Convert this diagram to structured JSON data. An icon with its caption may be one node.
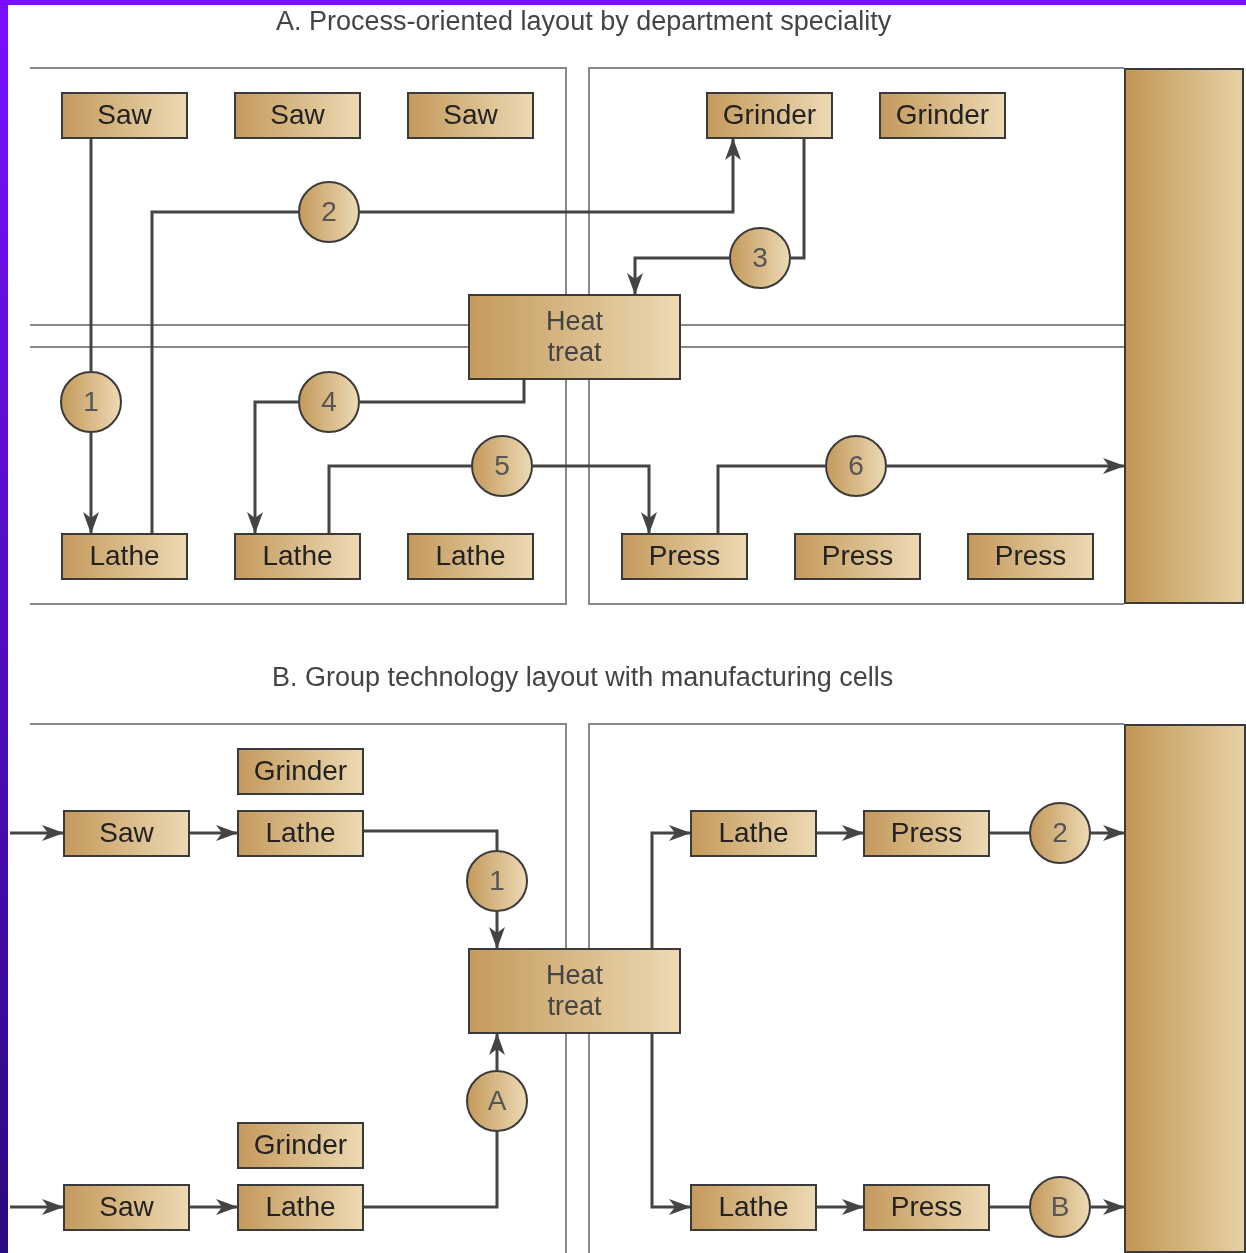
{
  "diagram": {
    "nodes": [
      {
        "text": [
          "Saw"
        ]
      },
      {
        "text": [
          "Saw"
        ]
      },
      {
        "text": [
          "Saw"
        ]
      },
      {
        "text": [
          "Grinder"
        ]
      },
      {
        "text": [
          "Grinder"
        ]
      },
      {
        "text": [
          "2"
        ]
      },
      {
        "text": [
          "3"
        ]
      },
      {
        "text": [
          "Heat treat"
        ]
      },
      {
        "text": [
          "1"
        ]
      },
      {
        "text": [
          "4"
        ]
      },
      {
        "text": [
          "5"
        ]
      },
      {
        "text": [
          "6"
        ]
      },
      {
        "text": [
          "Lathe"
        ]
      },
      {
        "text": [
          "Lathe"
        ]
      },
      {
        "text": [
          "Lathe"
        ]
      },
      {
        "text": [
          "Press"
        ]
      },
      {
        "text": [
          "Press"
        ]
      },
      {
        "text": [
          "Press"
        ]
      },
      {
        "text": [],
        "shape": "bar"
      },
      {
        "text": [
          "Grinder"
        ]
      },
      {
        "text": [
          "Saw"
        ]
      },
      {
        "text": [
          "Lathe"
        ]
      },
      {
        "text": [
          "Lathe"
        ]
      },
      {
        "text": [
          "Press"
        ]
      },
      {
        "text": [
          "2"
        ]
      },
      {
        "text": [
          "1"
        ]
      },
      {
        "text": [
          "Heat treat"
        ]
      },
      {
        "text": [
          "A"
        ]
      },
      {
        "text": [
          "Grinder"
        ]
      },
      {
        "text": [
          "Saw"
        ]
      },
      {
        "text": [
          "Lathe"
        ]
      },
      {
        "text": [
          "Lathe"
        ]
      },
      {
        "text": [
          "Press"
        ]
      },
      {
        "text": [
          "B"
        ]
      },
      {
        "text": [],
        "shape": "bar"
      }
    ],
    "edges": [
      {
        "from": 0,
        "to": 8,
        "arrow": "none"
      },
      {
        "from": 8,
        "to": 12,
        "arrow": "to"
      },
      {
        "from": 12,
        "to": 5,
        "arrow": "none"
      },
      {
        "from": 5,
        "to": 3,
        "arrow": "to"
      },
      {
        "from": 3,
        "to": 6,
        "arrow": "none"
      },
      {
        "from": 6,
        "to": 7,
        "arrow": "to"
      },
      {
        "from": 7,
        "to": 9,
        "arrow": "none"
      },
      {
        "from": 9,
        "to": 13,
        "arrow": "to"
      },
      {
        "from": 13,
        "to": 10,
        "arrow": "none"
      },
      {
        "from": 10,
        "to": 15,
        "arrow": "to"
      },
      {
        "from": 15,
        "to": 11,
        "arrow": "none"
      },
      {
        "from": 11,
        "to": 18,
        "arrow": "to"
      },
      {
        "from": null,
        "to": 20,
        "arrow": "to"
      },
      {
        "from": 20,
        "to": 21,
        "arrow": "to"
      },
      {
        "from": 21,
        "to": 25,
        "arrow": "none"
      },
      {
        "from": 25,
        "to": 26,
        "arrow": "to"
      },
      {
        "from": null,
        "to": 29,
        "arrow": "to"
      },
      {
        "from": 29,
        "to": 30,
        "arrow": "to"
      },
      {
        "from": 30,
        "to": 27,
        "arrow": "none"
      },
      {
        "from": 27,
        "to": 26,
        "arrow": "to"
      },
      {
        "from": 26,
        "to": 22,
        "arrow": "to"
      },
      {
        "from": 22,
        "to": 23,
        "arrow": "to"
      },
      {
        "from": 23,
        "to": 24,
        "arrow": "none"
      },
      {
        "from": 24,
        "to": 34,
        "arrow": "to"
      },
      {
        "from": 26,
        "to": 31,
        "arrow": "to"
      },
      {
        "from": 31,
        "to": 32,
        "arrow": "to"
      },
      {
        "from": 32,
        "to": 33,
        "arrow": "none"
      },
      {
        "from": 33,
        "to": 34,
        "arrow": "to"
      }
    ],
    "labels": [
      "A. Process-oriented layout by department speciality",
      "B. Group technology layout with manufacturing cells"
    ]
  }
}
